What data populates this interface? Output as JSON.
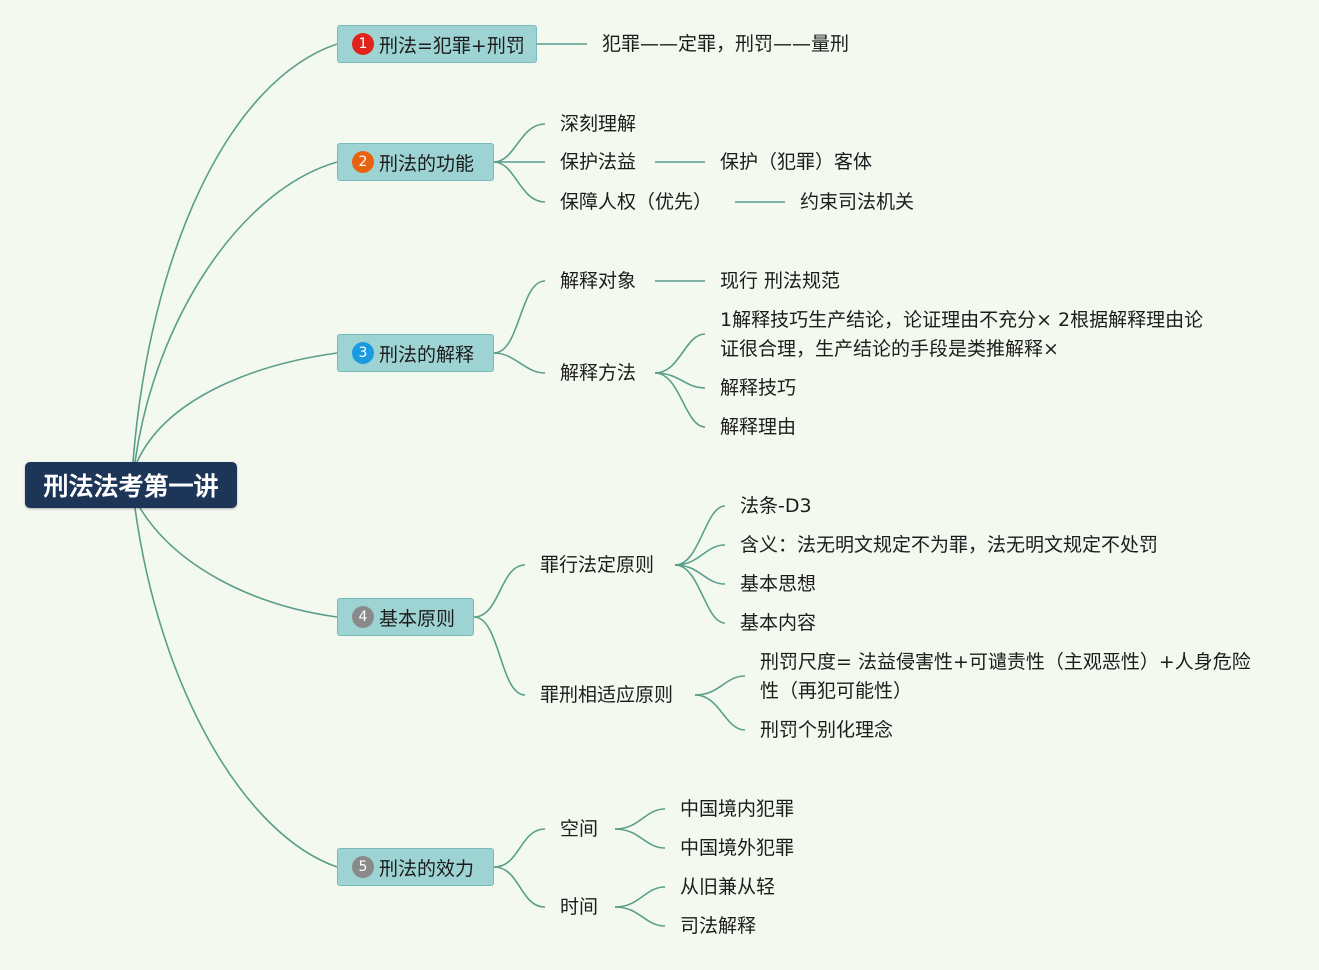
{
  "root": {
    "label": "刑法法考第一讲"
  },
  "colors": {
    "badge1": "#e0231b",
    "badge2": "#e8620f",
    "badge3": "#1a9ae0",
    "badge4": "#8a8a8a",
    "badge5": "#8a8a8a"
  },
  "topics": [
    {
      "num": "1",
      "label": "刑法=犯罪+刑罚",
      "children": [
        {
          "label": "犯罪——定罪，刑罚——量刑"
        }
      ]
    },
    {
      "num": "2",
      "label": "刑法的功能",
      "children": [
        {
          "label": "深刻理解"
        },
        {
          "label": "保护法益",
          "children": [
            {
              "label": "保护（犯罪）客体"
            }
          ]
        },
        {
          "label": "保障人权（优先）",
          "children": [
            {
              "label": "约束司法机关"
            }
          ]
        }
      ]
    },
    {
      "num": "3",
      "label": "刑法的解释",
      "children": [
        {
          "label": "解释对象",
          "children": [
            {
              "label": "现行 刑法规范"
            }
          ]
        },
        {
          "label": "解释方法",
          "children": [
            {
              "label": "1解释技巧生产结论，论证理由不充分× 2根据解释理由论证很合理，生产结论的手段是类推解释×"
            },
            {
              "label": "解释技巧"
            },
            {
              "label": "解释理由"
            }
          ]
        }
      ]
    },
    {
      "num": "4",
      "label": "基本原则",
      "children": [
        {
          "label": "罪行法定原则",
          "children": [
            {
              "label": "法条-D3"
            },
            {
              "label": "含义：法无明文规定不为罪，法无明文规定不处罚"
            },
            {
              "label": "基本思想"
            },
            {
              "label": "基本内容"
            }
          ]
        },
        {
          "label": "罪刑相适应原则",
          "children": [
            {
              "label": "刑罚尺度= 法益侵害性+可谴责性（主观恶性）+人身危险性（再犯可能性）"
            },
            {
              "label": "刑罚个别化理念"
            }
          ]
        }
      ]
    },
    {
      "num": "5",
      "label": "刑法的效力",
      "children": [
        {
          "label": "空间",
          "children": [
            {
              "label": "中国境内犯罪"
            },
            {
              "label": "中国境外犯罪"
            }
          ]
        },
        {
          "label": "时间",
          "children": [
            {
              "label": "从旧兼从轻"
            },
            {
              "label": "司法解释"
            }
          ]
        }
      ]
    }
  ]
}
